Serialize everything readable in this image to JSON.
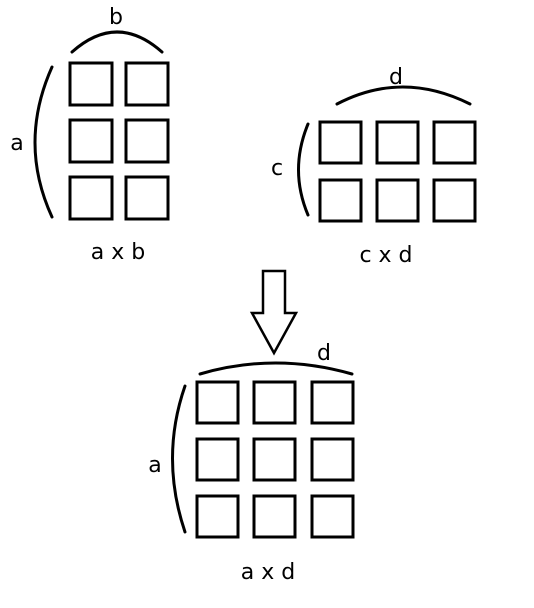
{
  "matrix_a": {
    "rows": 3,
    "cols": 2,
    "row_label": "a",
    "col_label": "b",
    "caption": "a x b"
  },
  "matrix_c": {
    "rows": 2,
    "cols": 3,
    "row_label": "c",
    "col_label": "d",
    "caption": "c x d"
  },
  "arrow": {
    "direction": "down",
    "style": "hollow"
  },
  "result": {
    "rows": 3,
    "cols": 3,
    "row_label": "a",
    "col_label": "d",
    "caption": "a x d"
  },
  "colors": {
    "stroke": "#000000",
    "background": "#ffffff"
  }
}
